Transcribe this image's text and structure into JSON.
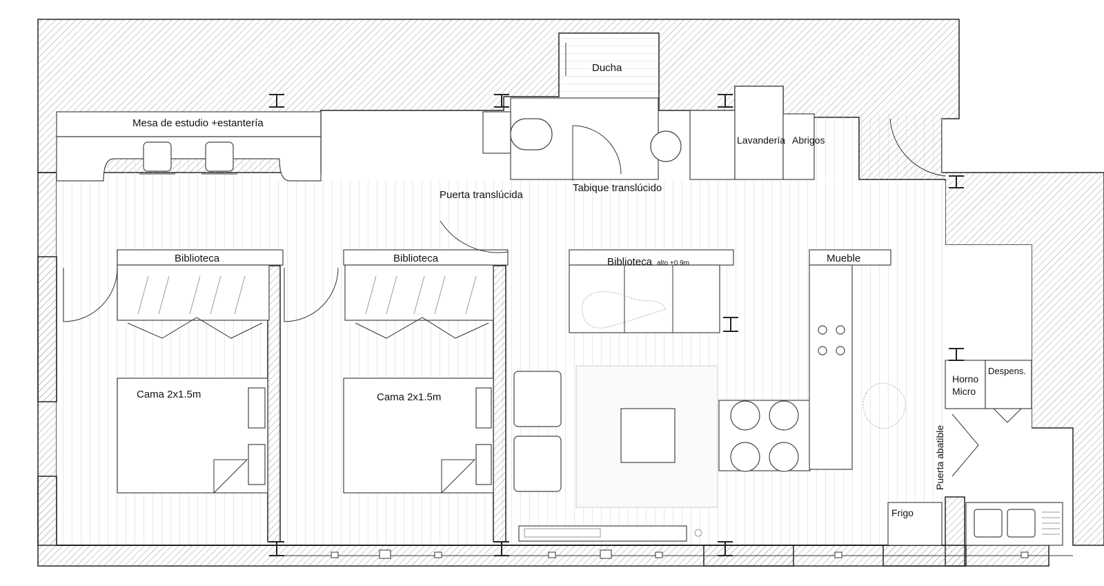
{
  "labels": {
    "desk": "Mesa de estudio +estantería",
    "shower": "Ducha",
    "laundry": "Lavandería",
    "coats": "Abrigos",
    "door_translucent": "Puerta translúcida",
    "partition_translucent": "Tabique translúcido",
    "library_1": "Biblioteca",
    "library_2": "Biblioteca",
    "library_3": "Biblioteca",
    "library_3_note": "alto +0.9m",
    "furniture": "Mueble",
    "bed_1": "Cama 2x1.5m",
    "bed_2": "Cama 2x1.5m",
    "oven": "Horno",
    "micro": "Micro",
    "pantry": "Despens.",
    "folding_door": "Puerta abatible",
    "fridge": "Frigo"
  },
  "colors": {
    "wall_stroke": "#222222",
    "hatch": "#9a9a9a",
    "floor_lines": "#cfcfcf",
    "background": "#ffffff"
  }
}
